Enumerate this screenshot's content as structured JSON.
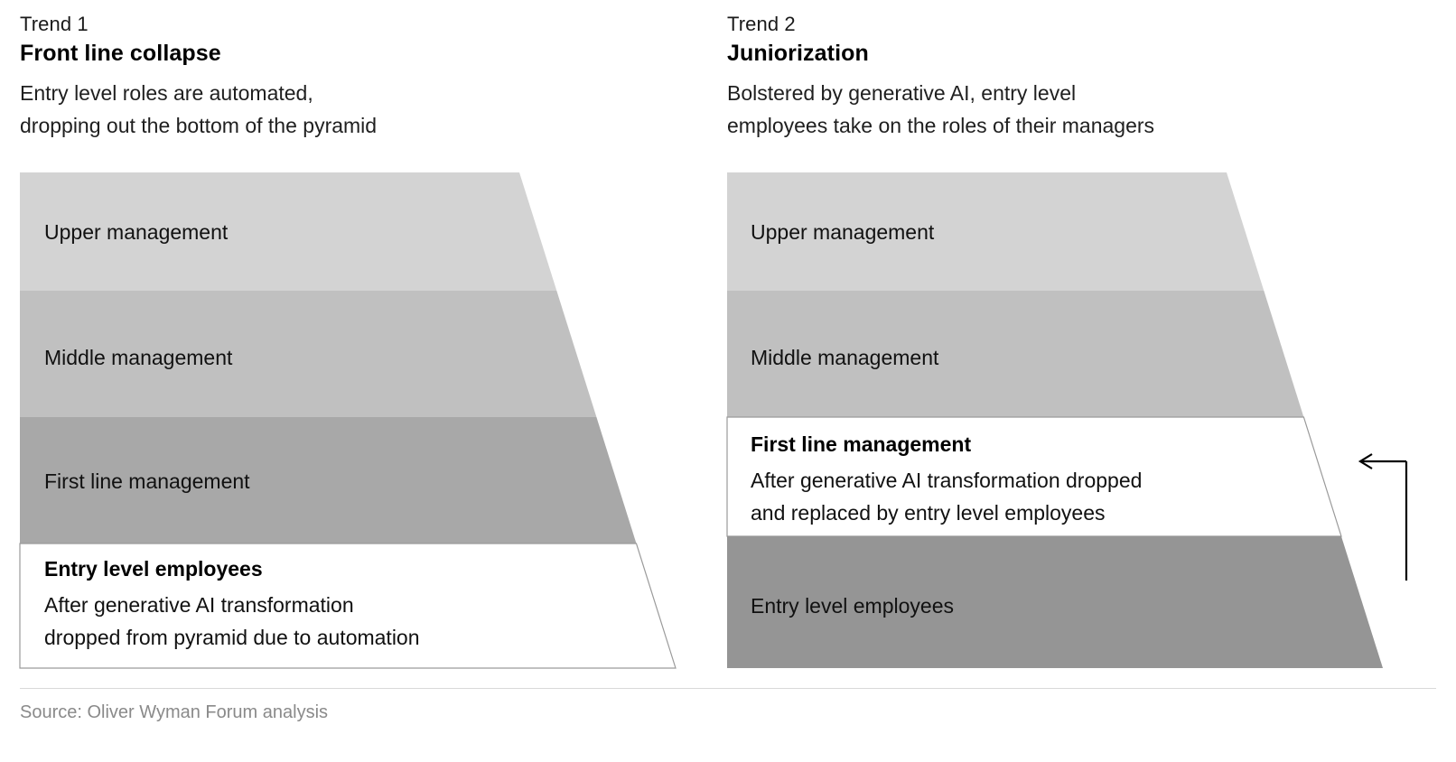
{
  "panels": [
    {
      "eyebrow": "Trend 1",
      "title": "Front line collapse",
      "description": "Entry level roles are automated,\ndropping out the bottom of the pyramid",
      "bands": [
        {
          "label": "Upper management",
          "style": "plain",
          "fill": "#d3d3d3"
        },
        {
          "label": "Middle management",
          "style": "plain",
          "fill": "#c0c0c0"
        },
        {
          "label": "First line management",
          "style": "plain",
          "fill": "#a8a8a8"
        },
        {
          "label": "Entry level employees",
          "sub": "After generative AI transformation\ndropped from pyramid due to automation",
          "style": "outlined",
          "fill": "#ffffff"
        }
      ]
    },
    {
      "eyebrow": "Trend 2",
      "title": "Juniorization",
      "description": "Bolstered by generative AI, entry level\nemployees take on the roles of their managers",
      "bands": [
        {
          "label": "Upper management",
          "style": "plain",
          "fill": "#d3d3d3"
        },
        {
          "label": "Middle management",
          "style": "plain",
          "fill": "#c0c0c0"
        },
        {
          "label": "First line management",
          "sub": "After generative AI transformation dropped\nand replaced by entry level employees",
          "style": "outlined",
          "fill": "#ffffff"
        },
        {
          "label": "Entry level employees",
          "style": "plain",
          "fill": "#959595"
        }
      ],
      "annotation_arrow": "promotion-arrow"
    }
  ],
  "footer": {
    "source": "Source: Oliver Wyman Forum analysis"
  },
  "colors": {
    "band_upper": "#d3d3d3",
    "band_middle": "#c0c0c0",
    "band_first_line": "#a8a8a8",
    "band_entry_dark": "#959595",
    "outline": "#9a9a9a",
    "rule": "#d9d9d9",
    "source_text": "#8a8a8a",
    "body_text": "#111111"
  }
}
